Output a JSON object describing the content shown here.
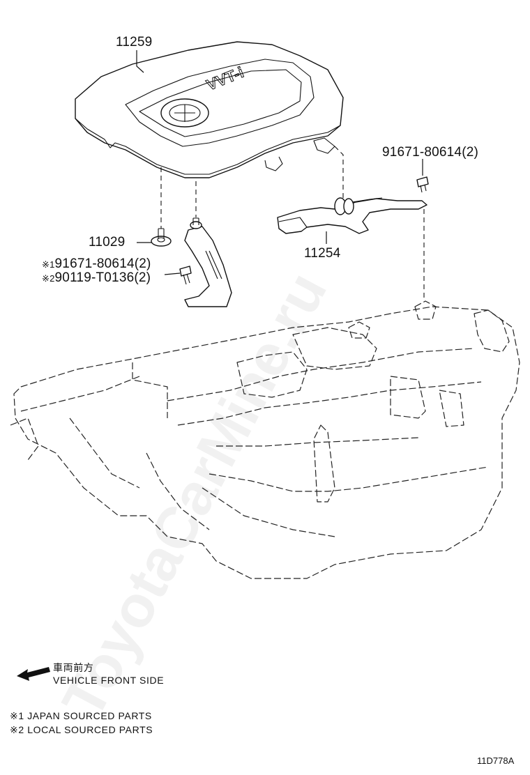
{
  "parts": {
    "engine_cover": "11259",
    "grommet": "11029",
    "bolt_japan": "91671-80614(2)",
    "bolt_local": "90119-T0136(2)",
    "bracket": "11254",
    "bolt_right": "91671-80614(2)"
  },
  "cover_logo_text": "VVT-i",
  "marks": {
    "japan_mark": "※1",
    "local_mark": "※2"
  },
  "direction": {
    "japanese": "車両前方",
    "english": "VEHICLE FRONT SIDE",
    "arrow_icon": "arrow-left-icon"
  },
  "legend": {
    "japan": "※1 JAPAN SOURCED PARTS",
    "local": "※2 LOCAL SOURCED PARTS"
  },
  "illustration_code": "11D778A",
  "watermark": "ToyotaCarMine.ru"
}
